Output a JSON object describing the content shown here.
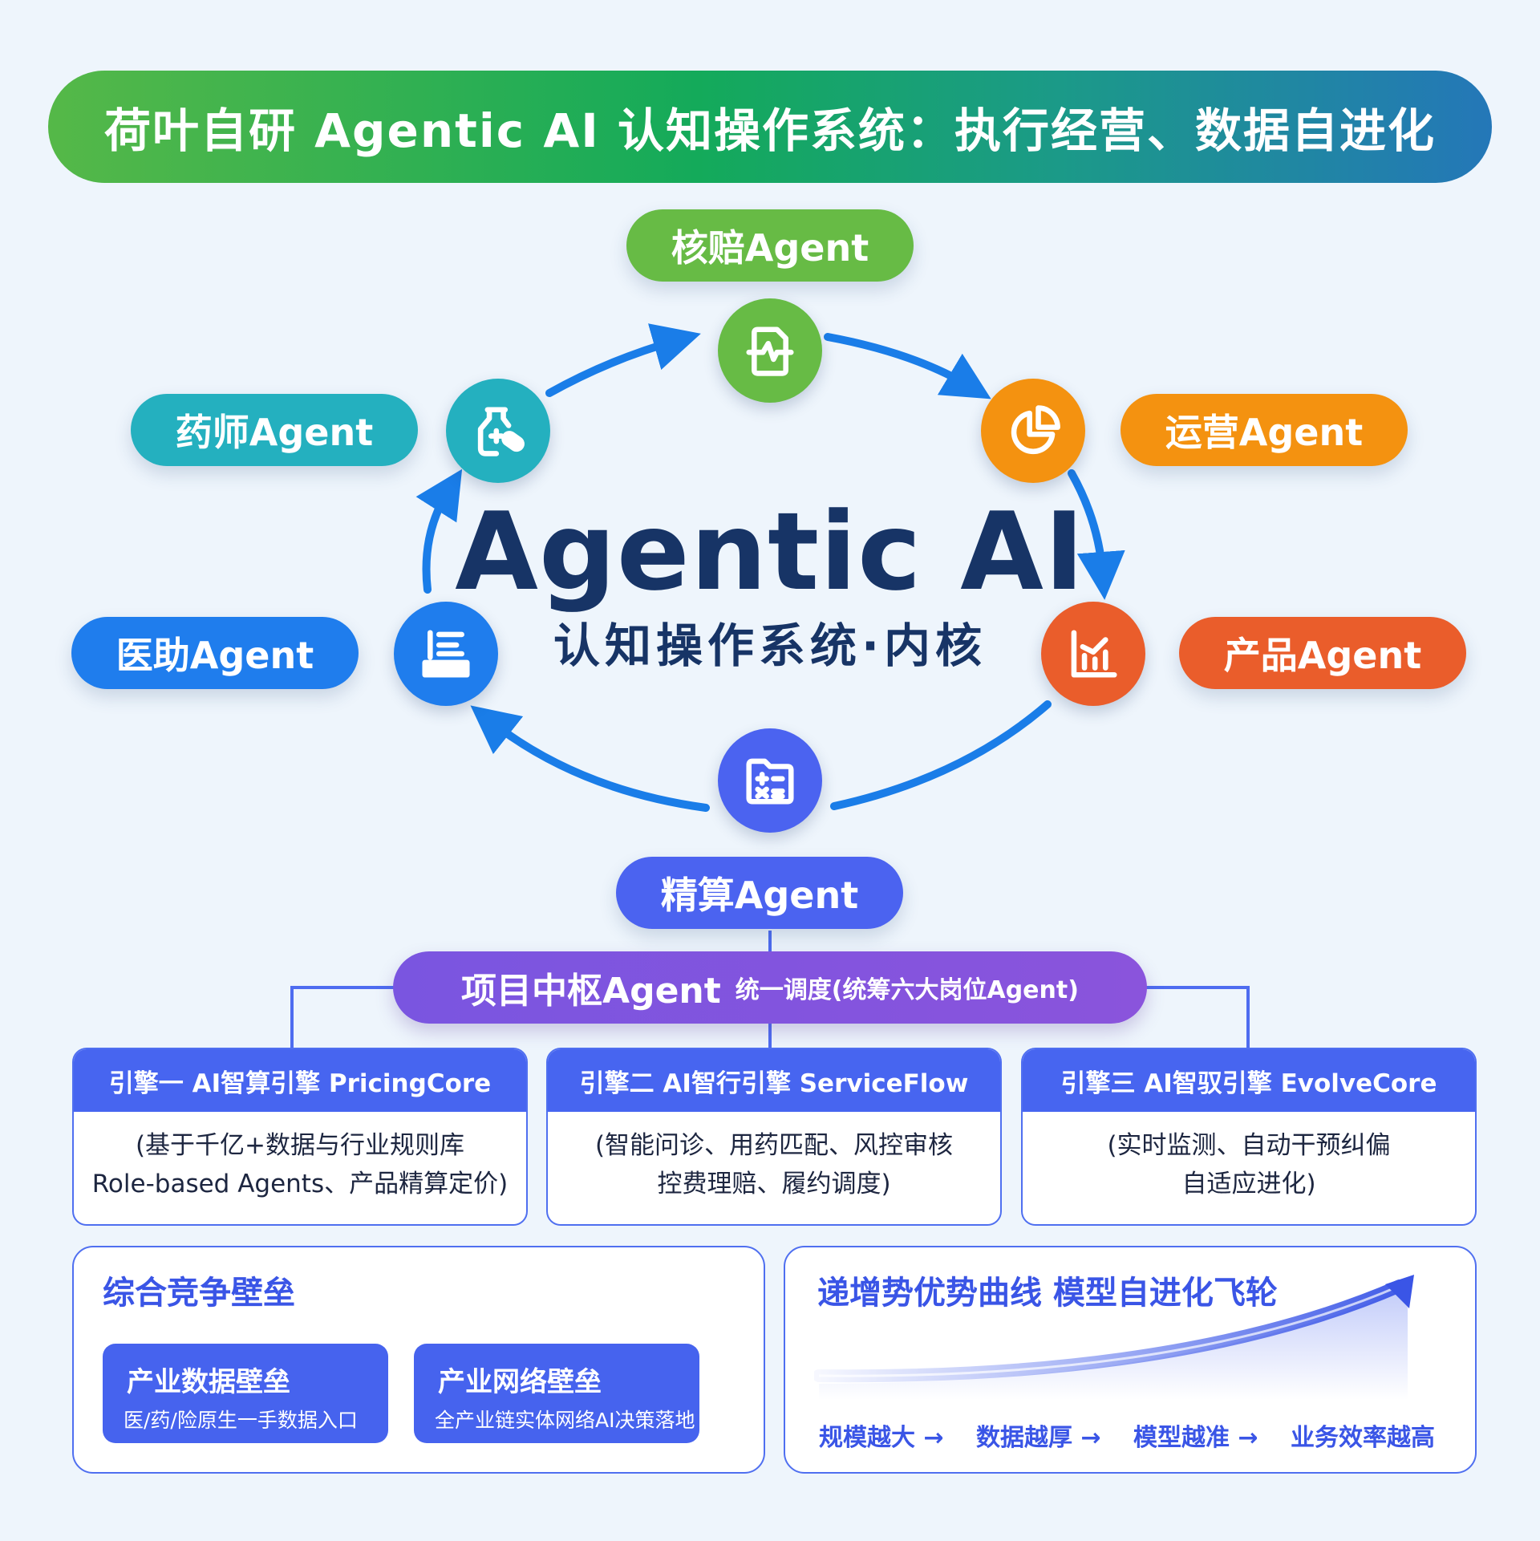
{
  "title": "荷叶自研 Agentic AI 认知操作系统：执行经营、数据自进化",
  "core": {
    "title": "Agentic AI",
    "subtitle": "认知操作系统·内核"
  },
  "agents": {
    "claims": "核赔Agent",
    "pharmacist": "药师Agent",
    "operations": "运营Agent",
    "medical": "医助Agent",
    "product": "产品Agent",
    "actuarial": "精算Agent"
  },
  "colors": {
    "claims": "#67bb45",
    "pharmacist": "#24b0bf",
    "operations": "#f49210",
    "medical": "#1f7ded",
    "product": "#ea5d2b",
    "actuarial": "#4b63f0",
    "hub": "#7c55e0",
    "arrow": "#1a7de8"
  },
  "hub": {
    "name": "项目中枢Agent",
    "note": "统一调度(统筹六大岗位Agent)"
  },
  "engines": [
    {
      "title": "引擎一   AI智算引擎 PricingCore",
      "line1": "(基于千亿+数据与行业规则库",
      "line2": "Role-based Agents、产品精算定价)"
    },
    {
      "title": "引擎二 AI智行引擎 ServiceFlow",
      "line1": "(智能问诊、用药匹配、风控审核",
      "line2": "控费理赔、履约调度)"
    },
    {
      "title": "引擎三 AI智驭引擎 EvolveCore",
      "line1": "(实时监测、自动干预纠偏",
      "line2": "自适应进化)"
    }
  ],
  "barrier": {
    "title": "综合竞争壁垒",
    "items": [
      {
        "title": "产业数据壁垒",
        "desc": "医/药/险原生一手数据入口"
      },
      {
        "title": "产业网络壁垒",
        "desc": "全产业链实体网络AI决策落地"
      }
    ]
  },
  "flywheel": {
    "title": "递增势优势曲线 模型自进化飞轮",
    "steps": [
      "规模越大 →",
      "数据越厚 →",
      "模型越准 →",
      "业务效率越高"
    ]
  }
}
